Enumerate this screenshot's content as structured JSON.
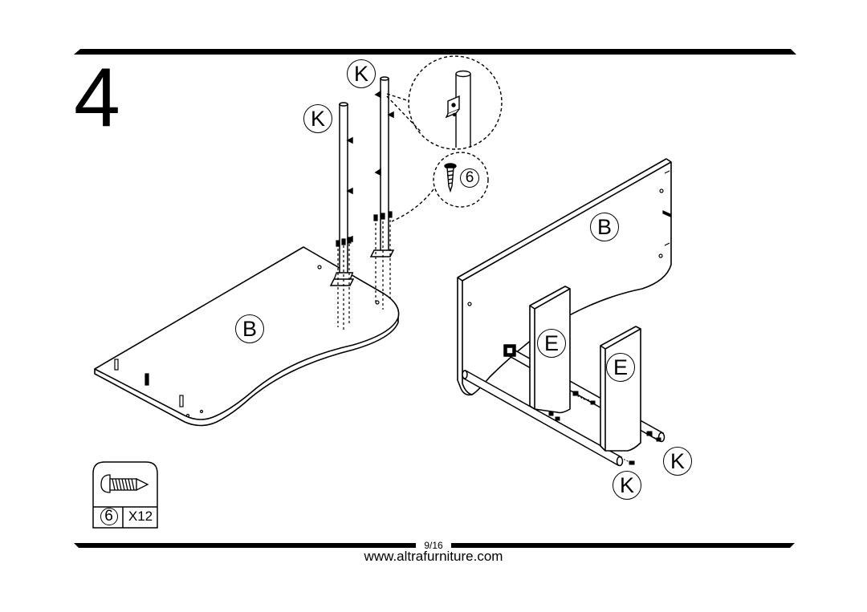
{
  "step": {
    "number": "4"
  },
  "footer": {
    "page": "9/16",
    "url": "www.altrafurniture.com"
  },
  "callouts": {
    "k_top": "K",
    "k_left": "K",
    "k_right_1": "K",
    "k_right_2": "K",
    "b_desktop": "B",
    "b_back_panel": "B",
    "e_panel_1": "E",
    "e_panel_2": "E"
  },
  "detail": {
    "screw_part": "6"
  },
  "hardware": {
    "part": "6",
    "quantity": "X12",
    "icon": "screw-icon"
  }
}
